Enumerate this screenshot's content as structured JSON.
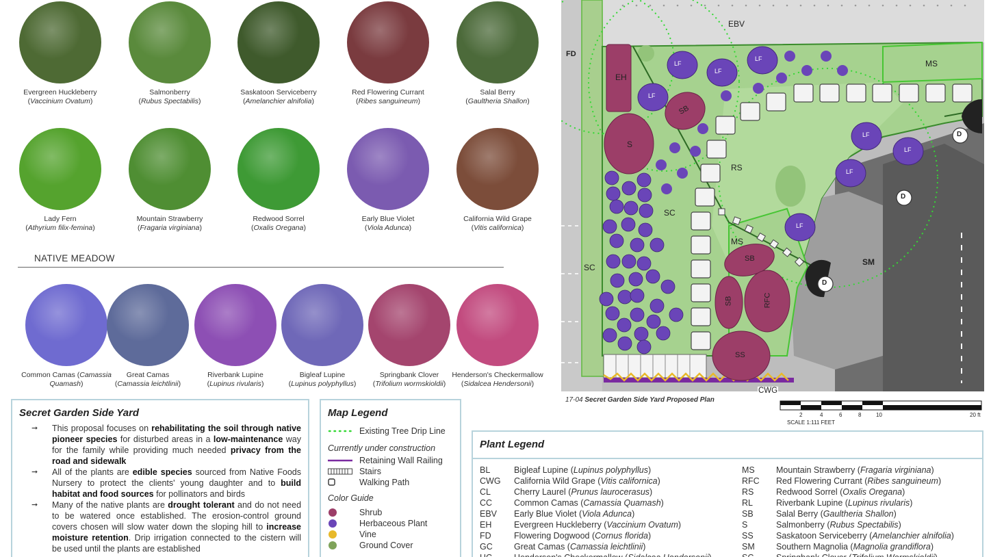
{
  "plants_top": [
    {
      "name": "Evergreen Huckleberry",
      "sci": "Vaccinium Ovatum",
      "color": "#4e6a34"
    },
    {
      "name": "Salmonberry",
      "sci": "Rubus Spectabilis",
      "color": "#5a8a3c"
    },
    {
      "name": "Saskatoon Serviceberry",
      "sci": "Amelanchier alnifolia",
      "color": "#3f5a2c"
    },
    {
      "name": "Red Flowering Currant",
      "sci": "Ribes sanguineum",
      "color": "#7a3b3f"
    },
    {
      "name": "Salal Berry",
      "sci": "Gaultheria Shallon",
      "color": "#4c6a3a"
    }
  ],
  "plants_mid": [
    {
      "name": "Lady Fern",
      "sci": "Athyrium filix-femina",
      "color": "#55a32e"
    },
    {
      "name": "Mountain Strawberry",
      "sci": "Fragaria virginiana",
      "color": "#4f8e33"
    },
    {
      "name": "Redwood Sorrel",
      "sci": "Oxalis Oregana",
      "color": "#3e9a35"
    },
    {
      "name": "Early Blue Violet",
      "sci": "Viola Adunca",
      "color": "#7b5bb0"
    },
    {
      "name": "California Wild Grape",
      "sci": "Vitis californica",
      "color": "#7c4d3a"
    }
  ],
  "meadow_title": "NATIVE MEADOW",
  "plants_meadow": [
    {
      "name": "Common Camas (",
      "sci": "Camassia",
      "sci2": "Quamash",
      "color": "#6f6bd0"
    },
    {
      "name": "Great Camas",
      "sci": "Camassia leichtlinii",
      "color": "#5e6b9a"
    },
    {
      "name": "Riverbank Lupine",
      "sci": "Lupinus rivularis",
      "color": "#8d4fb4"
    },
    {
      "name": "Bigleaf Lupine",
      "sci": "Lupinus polyphyllus",
      "color": "#6f68b8"
    },
    {
      "name": "Springbank Clover",
      "sci": "Trifolium wormskioldii",
      "color": "#a4456e"
    },
    {
      "name": "Henderson's Checkermallow",
      "sci": "Sidalcea Hendersonii",
      "color": "#c24b7f"
    }
  ],
  "side_yard": {
    "title": "Secret Garden Side Yard",
    "bullet1": {
      "t1": "This proposal focuses on ",
      "b1": "rehabilitating the soil through native pioneer species",
      "t2": " for disturbed areas in a ",
      "b2": "low-maintenance",
      "t3": " way for the family while providing much needed ",
      "b3": "privacy from the road and sidewalk"
    },
    "bullet2": {
      "t1": "All of the plants are ",
      "b1": "edible species",
      "t2": " sourced from Native Foods Nursery to protect the clients' young daughter and to ",
      "b2": "build habitat and food sources",
      "t3": " for pollinators and birds"
    },
    "bullet3": {
      "t1": "Many of the native plants are ",
      "b1": "drought tolerant",
      "t2": " and do not need to be watered once established. The erosion-control ground covers chosen will slow water down the sloping hill to ",
      "b2": "increase moisture retention",
      "t3": ". Drip irrigation connected to the cistern will be used until the plants are established"
    }
  },
  "map_legend": {
    "title": "Map Legend",
    "drip": "Existing Tree Drip Line",
    "construction": "Currently under construction",
    "railing": "Retaining Wall Railing",
    "stairs": "Stairs",
    "path": "Walking Path",
    "color_guide": "Color Guide",
    "shrub": "Shrub",
    "herb": "Herbaceous Plant",
    "vine": "Vine",
    "ground": "Ground Cover",
    "colors": {
      "shrub": "#9c3e68",
      "herb": "#6a45b8",
      "vine": "#e8b92a",
      "ground": "#7fa35a",
      "drip": "#34d834",
      "railing": "#7a2aa0"
    }
  },
  "plant_legend": {
    "title": "Plant Legend",
    "left": [
      {
        "code": "BL",
        "name": "Bigleaf Lupine (",
        "sci": "Lupinus polyphyllus"
      },
      {
        "code": "CWG",
        "name": "California Wild Grape (",
        "sci": "Vitis californica"
      },
      {
        "code": "CL",
        "name": "Cherry Laurel (",
        "sci": "Prunus laurocerasus"
      },
      {
        "code": "CC",
        "name": "Common Camas (",
        "sci": "Camassia Quamash"
      },
      {
        "code": "EBV",
        "name": "Early Blue Violet (",
        "sci": "Viola Adunca"
      },
      {
        "code": "EH",
        "name": "Evergreen Huckleberry (",
        "sci": "Vaccinium Ovatum"
      },
      {
        "code": "FD",
        "name": "Flowering Dogwood (",
        "sci": "Cornus florida"
      },
      {
        "code": "GC",
        "name": "Great Camas (",
        "sci": "Camassia leichtlinii"
      },
      {
        "code": "HC",
        "name": "Henderson's Checkermallow (",
        "sci": "Sidalcea Hendersonii"
      }
    ],
    "right": [
      {
        "code": "MS",
        "name": "Mountain Strawberry (",
        "sci": "Fragaria virginiana"
      },
      {
        "code": "RFC",
        "name": "Red Flowering Currant (",
        "sci": "Ribes sanguineum"
      },
      {
        "code": "RS",
        "name": "Redwood Sorrel (",
        "sci": "Oxalis Oregana"
      },
      {
        "code": "RL",
        "name": "Riverbank Lupine (",
        "sci": "Lupinus rivularis"
      },
      {
        "code": "SB",
        "name": "Salal Berry (",
        "sci": "Gaultheria Shallon"
      },
      {
        "code": "S",
        "name": "Salmonberry (",
        "sci": "Rubus Spectabilis"
      },
      {
        "code": "SS",
        "name": "Saskatoon Serviceberry (",
        "sci": "Amelanchier alnifolia"
      },
      {
        "code": "SM",
        "name": "Southern Magnolia (",
        "sci": "Magnolia grandiflora"
      },
      {
        "code": "SC",
        "name": "Springbank Clover (",
        "sci": "Trifolium Wormskioldii"
      }
    ]
  },
  "map": {
    "caption_num": "17-04",
    "caption_title": "Secret Garden Side Yard Proposed Plan",
    "scale_text": "SCALE 1:111 FEET",
    "scale_ticks": [
      "2",
      "4",
      "6",
      "8",
      "10",
      "20 ft"
    ],
    "labels": {
      "EBV": "EBV",
      "FD": "FD",
      "EH": "EH",
      "MS": "MS",
      "S": "S",
      "SB": "SB",
      "RS": "RS",
      "SC": "SC",
      "LF": "LF",
      "SM": "SM",
      "RFC": "RFC",
      "SS": "SS",
      "CWG": "CWG",
      "D": "D"
    }
  }
}
